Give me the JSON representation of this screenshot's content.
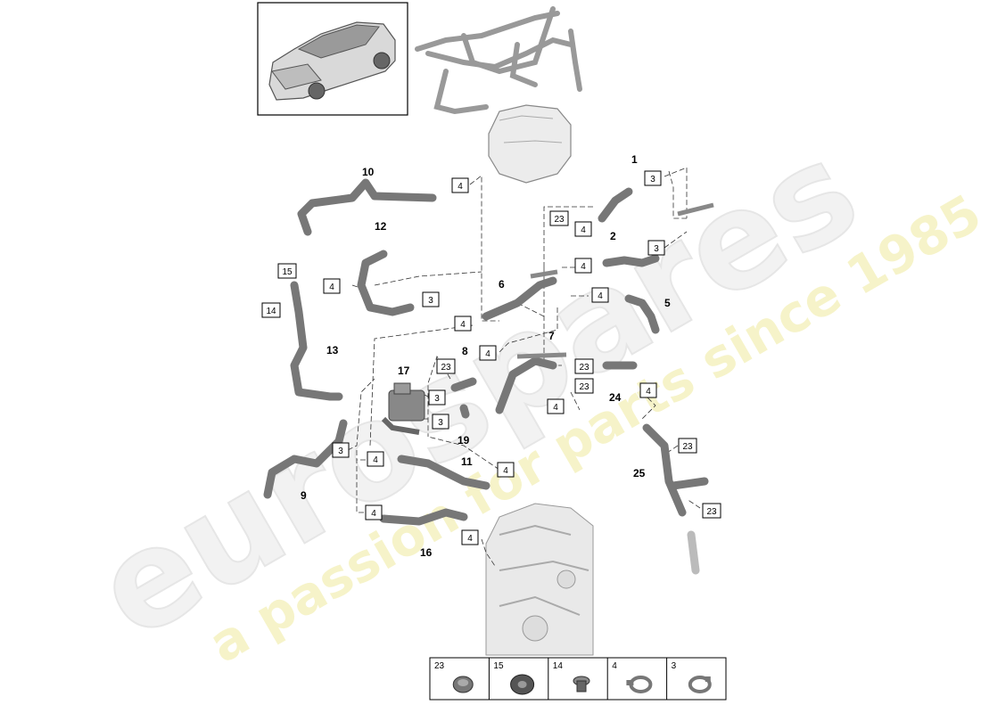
{
  "watermark": {
    "brand": "eurospares",
    "tagline": "a passion for parts since 1985"
  },
  "callouts": [
    {
      "id": "c1",
      "label": "1"
    },
    {
      "id": "c2",
      "label": "2"
    },
    {
      "id": "c5",
      "label": "5"
    },
    {
      "id": "c6",
      "label": "6"
    },
    {
      "id": "c7",
      "label": "7"
    },
    {
      "id": "c8",
      "label": "8"
    },
    {
      "id": "c9",
      "label": "9"
    },
    {
      "id": "c10",
      "label": "10"
    },
    {
      "id": "c11",
      "label": "11"
    },
    {
      "id": "c12",
      "label": "12"
    },
    {
      "id": "c13",
      "label": "13"
    },
    {
      "id": "c16",
      "label": "16"
    },
    {
      "id": "c17",
      "label": "17"
    },
    {
      "id": "c19",
      "label": "19"
    },
    {
      "id": "c24",
      "label": "24"
    },
    {
      "id": "c25",
      "label": "25"
    }
  ],
  "ref_boxes": [
    {
      "id": "b1",
      "label": "4"
    },
    {
      "id": "b2",
      "label": "3"
    },
    {
      "id": "b3",
      "label": "23"
    },
    {
      "id": "b4",
      "label": "4"
    },
    {
      "id": "b5",
      "label": "3"
    },
    {
      "id": "b6",
      "label": "4"
    },
    {
      "id": "b7",
      "label": "15"
    },
    {
      "id": "b8",
      "label": "4"
    },
    {
      "id": "b9",
      "label": "14"
    },
    {
      "id": "b10",
      "label": "3"
    },
    {
      "id": "b11",
      "label": "4"
    },
    {
      "id": "b12",
      "label": "4"
    },
    {
      "id": "b13",
      "label": "23"
    },
    {
      "id": "b14",
      "label": "4"
    },
    {
      "id": "b15",
      "label": "3"
    },
    {
      "id": "b16",
      "label": "23"
    },
    {
      "id": "b17",
      "label": "3"
    },
    {
      "id": "b18",
      "label": "23"
    },
    {
      "id": "b19",
      "label": "4"
    },
    {
      "id": "b20",
      "label": "3"
    },
    {
      "id": "b21",
      "label": "4"
    },
    {
      "id": "b22",
      "label": "4"
    },
    {
      "id": "b23",
      "label": "23"
    },
    {
      "id": "b24",
      "label": "4"
    },
    {
      "id": "b25",
      "label": "4"
    },
    {
      "id": "b26",
      "label": "23"
    },
    {
      "id": "b27",
      "label": "4"
    }
  ],
  "legend": [
    {
      "label": "23",
      "icon": "blind-plug-icon"
    },
    {
      "label": "15",
      "icon": "grommet-icon"
    },
    {
      "label": "14",
      "icon": "plug-icon"
    },
    {
      "label": "4",
      "icon": "hose-clamp-icon"
    },
    {
      "label": "3",
      "icon": "spring-clamp-icon"
    }
  ]
}
